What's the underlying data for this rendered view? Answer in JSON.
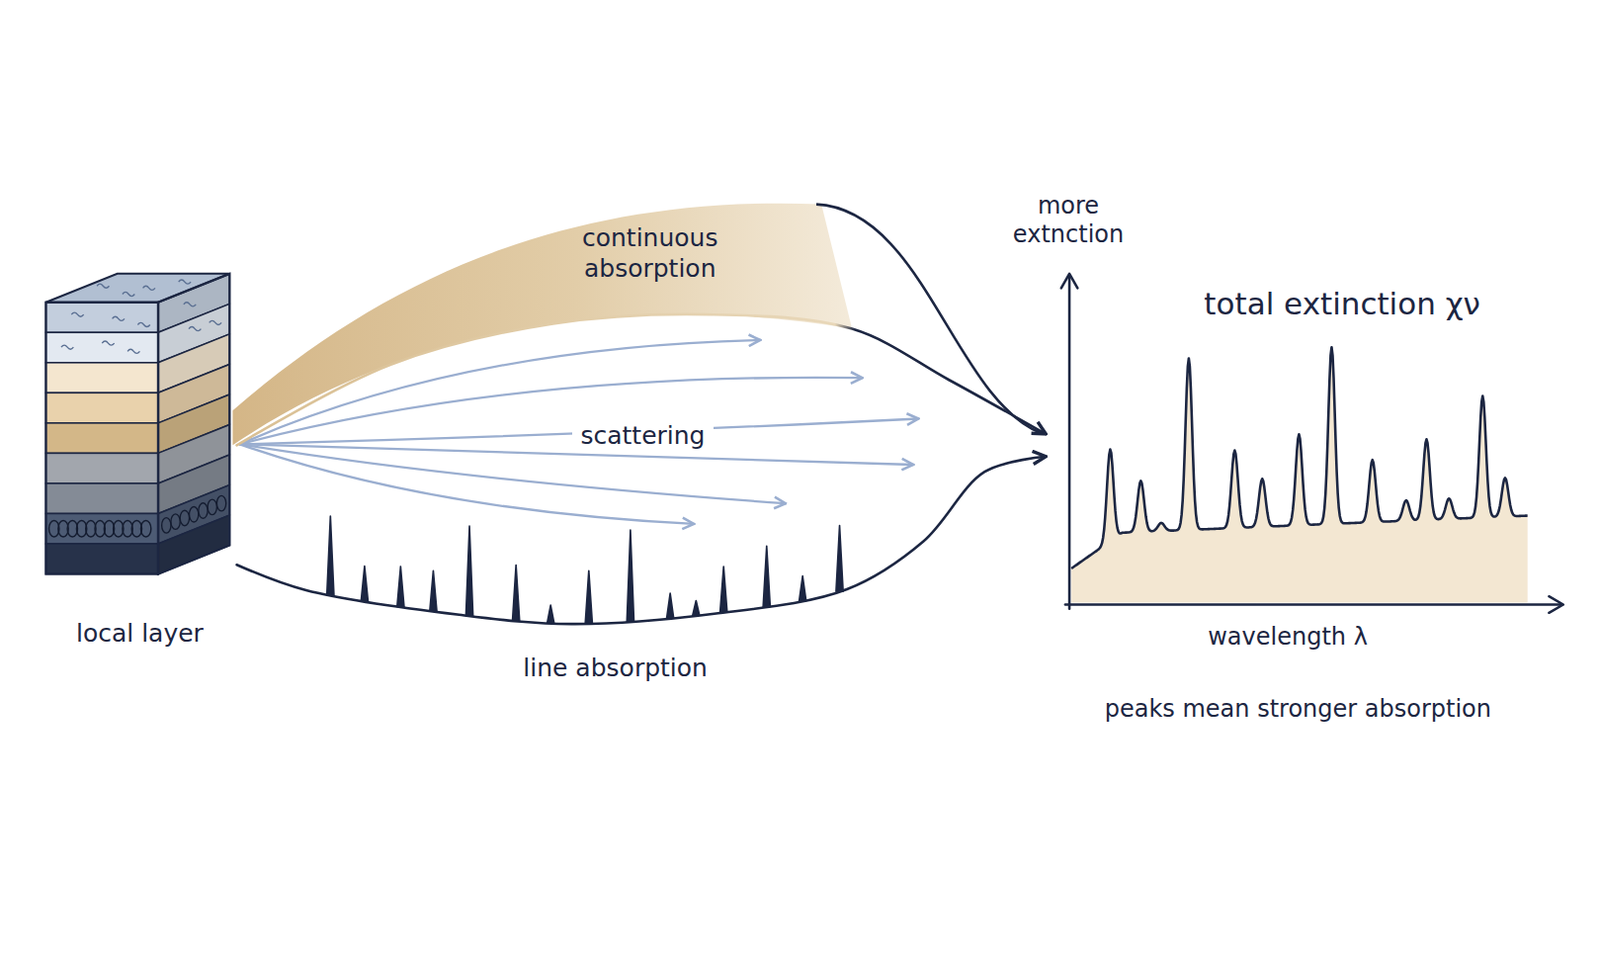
{
  "diagram": {
    "nodes": [
      {
        "text": [
          "local layer"
        ]
      },
      {
        "text": [
          "more extnction",
          "total extinction χν",
          "wavelength λ",
          "peaks mean stronger absorption"
        ]
      }
    ],
    "edges": [
      {
        "from": 0,
        "to": 1,
        "arrow": "to",
        "label": "continuous absorption"
      },
      {
        "from": 0,
        "to": 1,
        "arrow": "to",
        "label": "line absorption"
      }
    ],
    "labels": [
      "scattering"
    ]
  }
}
